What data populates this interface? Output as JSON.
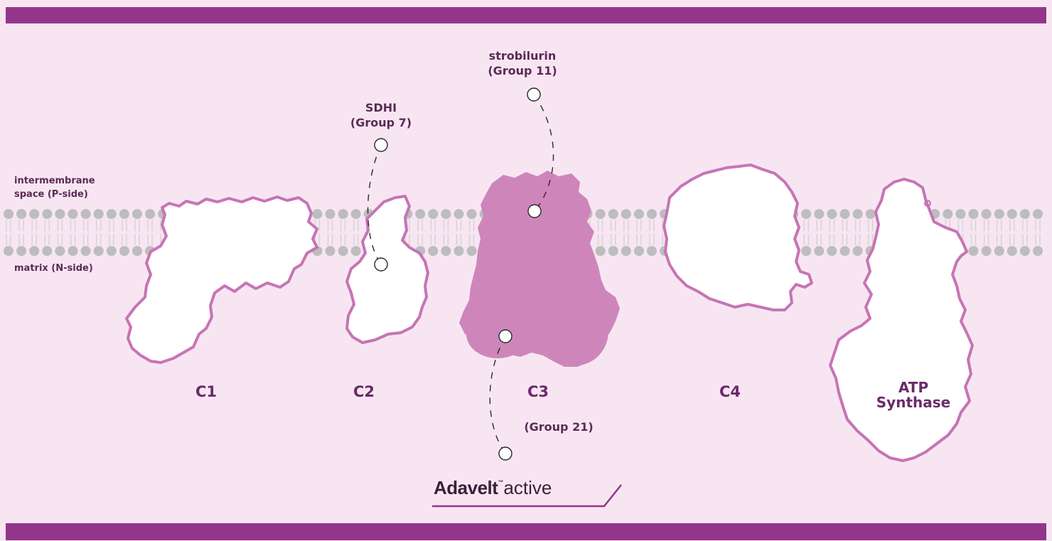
{
  "colors": {
    "band": "#93368a",
    "background": "#f7e6f2",
    "membrane_head": "#bdbdbd",
    "membrane_tail": "#d4d4d4",
    "complex_outline": "#c774b5",
    "complex3_fill": "#ce86ba",
    "text": "#5a2a56"
  },
  "membrane": {
    "p_side_label_1": "intermembrane",
    "p_side_label_2": "space (P-side)",
    "n_side_label": "matrix (N-side)"
  },
  "complexes": {
    "c1": "C1",
    "c2": "C2",
    "c3": "C3",
    "c4": "C4",
    "atp_line1": "ATP",
    "atp_line2": "Synthase"
  },
  "inhibitors": {
    "sdhi_name": "SDHI",
    "sdhi_group": "(Group 7)",
    "strobilurin_name": "strobilurin",
    "strobilurin_group": "(Group 11)",
    "adavelt_group": "(Group 21)"
  },
  "brand": {
    "name": "Adavelt",
    "tm": "™",
    "suffix": "active"
  }
}
